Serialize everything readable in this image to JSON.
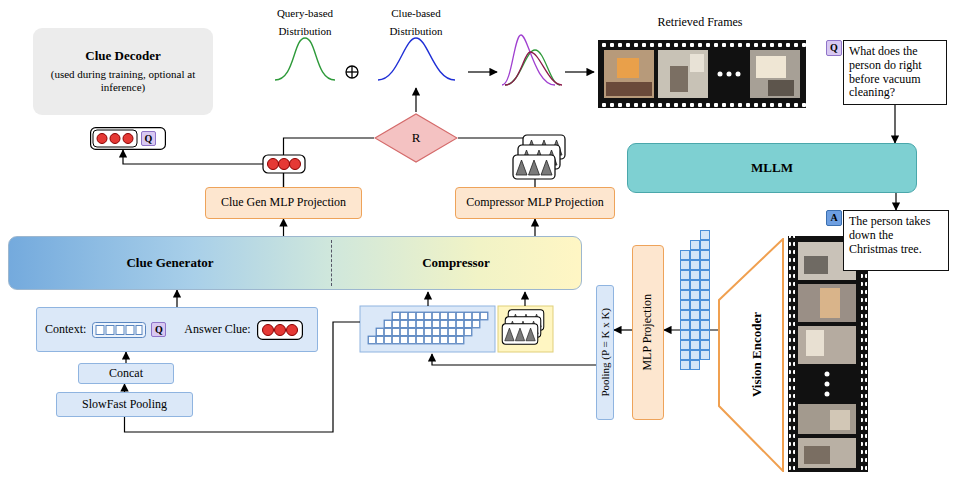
{
  "diagram": {
    "nodes": [
      {
        "text": [
          "Clue Decoder",
          "(used during training, optional at inference)"
        ]
      },
      {
        "text": [
          "Q"
        ],
        "in": 0
      },
      {
        "text": [
          "Clue Gen MLP Projection"
        ]
      },
      {
        "text": [
          "Compressor MLP Projection"
        ]
      },
      {
        "text": [
          "Clue Generator",
          "Compressor"
        ]
      },
      {
        "text": [
          "Context:",
          "Answer Clue:"
        ]
      },
      {
        "text": [
          "Q"
        ],
        "in": 5
      },
      {
        "text": [
          "Concat"
        ]
      },
      {
        "text": [
          "SlowFast Pooling"
        ]
      },
      {
        "text": [
          "R"
        ]
      },
      {
        "text": [
          "Q"
        ]
      },
      {
        "text": [
          "What does the person do right before vacuum cleaning?"
        ]
      },
      {
        "text": [
          "MLLM"
        ]
      },
      {
        "text": [
          "A"
        ]
      },
      {
        "text": [
          "The person takes down the Christmas tree."
        ]
      },
      {
        "text": [
          "Pooling (P = K x K)"
        ]
      },
      {
        "text": [
          "MLP Projection"
        ]
      },
      {
        "text": [
          "Vision Encoder"
        ]
      }
    ],
    "edges": [
      {
        "from": 8,
        "to": 7,
        "arrow": "to"
      },
      {
        "from": 7,
        "to": 5,
        "arrow": "to"
      },
      {
        "from": 5,
        "to": 4,
        "arrow": "to"
      },
      {
        "from": 4,
        "to": 2,
        "arrow": "to"
      },
      {
        "from": 4,
        "to": 3,
        "arrow": "to"
      },
      {
        "from": 2,
        "to": 0,
        "arrow": "to"
      },
      {
        "from": 2,
        "to": 9,
        "arrow": "none"
      },
      {
        "from": 3,
        "to": 9,
        "arrow": "none"
      },
      {
        "from": 11,
        "to": 12,
        "arrow": "to"
      },
      {
        "from": 12,
        "to": 14,
        "arrow": "to"
      },
      {
        "from": 17,
        "to": 16,
        "arrow": "to"
      },
      {
        "from": 16,
        "to": 15,
        "arrow": "to"
      }
    ],
    "labels": [
      "Query-based Distribution",
      "Clue-based Distribution",
      "Retrieved Frames"
    ]
  }
}
